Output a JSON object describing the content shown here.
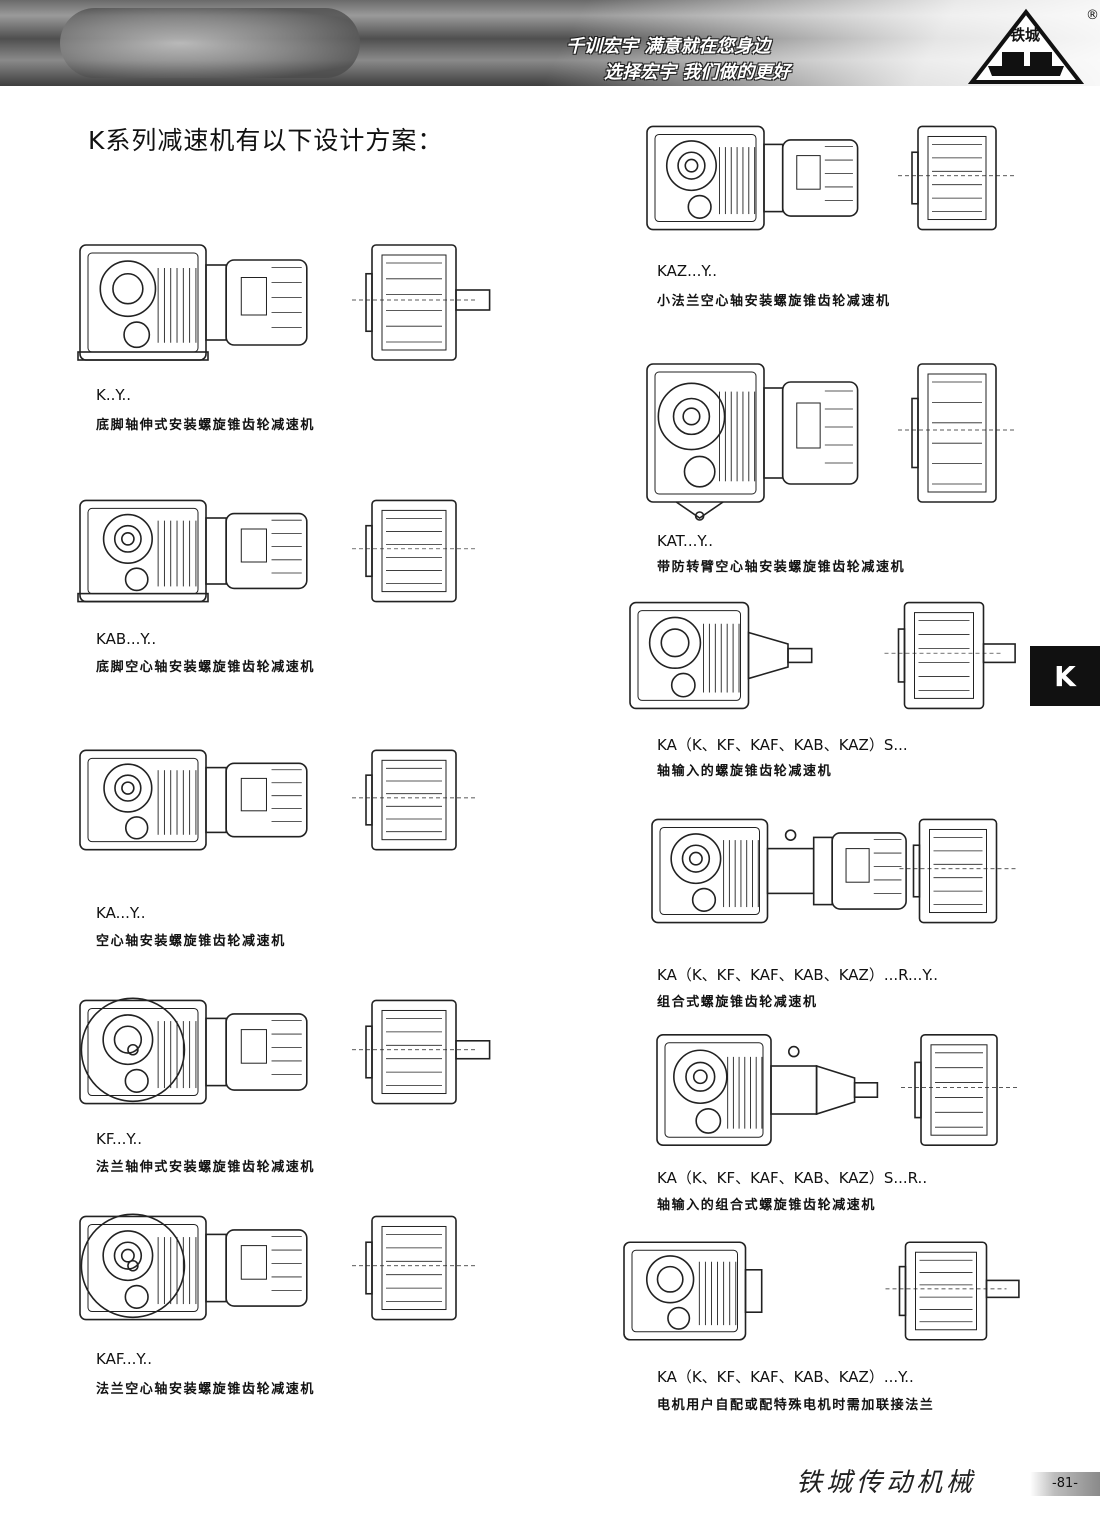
{
  "header": {
    "slogan_line1": "千训宏宇 满意就在您身边",
    "slogan_line2": "选择宏宇 我们做的更好",
    "logo_text": "铁城",
    "registered_mark": "®"
  },
  "page_title": "K系列减速机有以下设计方案：",
  "left_entries": [
    {
      "code": "K..Y..",
      "desc": "底脚轴伸式安装螺旋锥齿轮减速机"
    },
    {
      "code": "KAB...Y..",
      "desc": "底脚空心轴安装螺旋锥齿轮减速机"
    },
    {
      "code": "KA...Y..",
      "desc": "空心轴安装螺旋锥齿轮减速机"
    },
    {
      "code": "KF...Y..",
      "desc": "法兰轴伸式安装螺旋锥齿轮减速机"
    },
    {
      "code": "KAF...Y..",
      "desc": "法兰空心轴安装螺旋锥齿轮减速机"
    }
  ],
  "right_entries": [
    {
      "code": "KAZ...Y..",
      "desc": "小法兰空心轴安装螺旋锥齿轮减速机"
    },
    {
      "code": "KAT...Y..",
      "desc": "带防转臂空心轴安装螺旋锥齿轮减速机"
    },
    {
      "code": "KA（K、KF、KAF、KAB、KAZ）S...",
      "desc": "轴输入的螺旋锥齿轮减速机"
    },
    {
      "code": "KA（K、KF、KAF、KAB、KAZ）...R...Y..",
      "desc": "组合式螺旋锥齿轮减速机"
    },
    {
      "code": "KA（K、KF、KAF、KAB、KAZ）S...R..",
      "desc": "轴输入的组合式螺旋锥齿轮减速机"
    },
    {
      "code": "KA（K、KF、KAF、KAB、KAZ）...Y..",
      "desc": "电机用户自配或配特殊电机时需加联接法兰"
    }
  ],
  "side_tab": "K",
  "footer": {
    "brand": "铁城传动机械",
    "page_number": "-81-"
  }
}
